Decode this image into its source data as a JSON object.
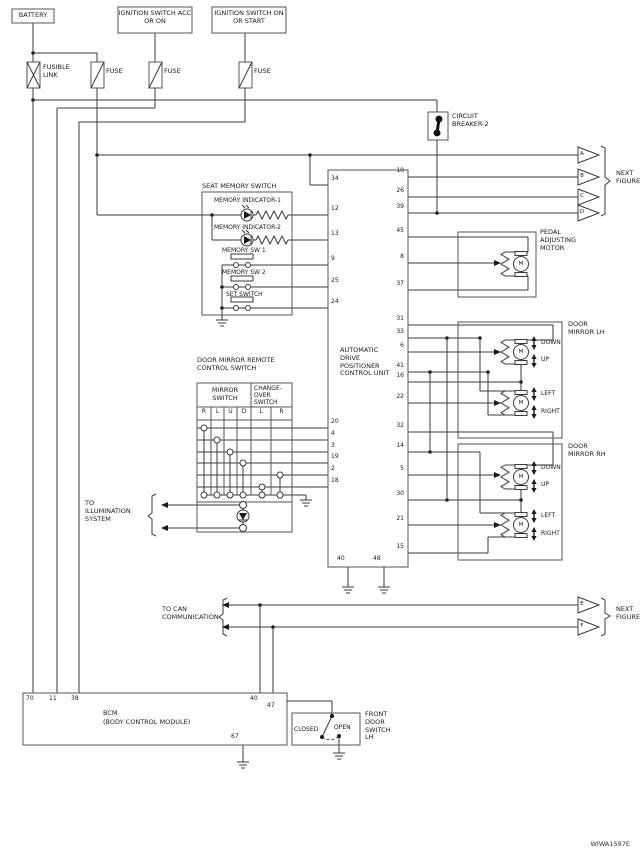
{
  "power": {
    "battery": "BATTERY",
    "ignition_acc": "IGNITION SWITCH ACC OR ON",
    "ignition_on": "IGNITION SWITCH ON OR START",
    "fusible_link": "FUSIBLE LINK",
    "fuse": "FUSE",
    "circuit_breaker": "CIRCUIT BREAKER-2"
  },
  "seat_memory_switch": {
    "title": "SEAT MEMORY SWITCH",
    "indicator1": "MEMORY INDICATOR-1",
    "indicator2": "MEMORY INDICATOR-2",
    "sw1": "MEMORY SW 1",
    "sw2": "MEMORY SW 2",
    "set": "SET SWITCH"
  },
  "mirror_panel": {
    "title": "DOOR MIRROR REMOTE CONTROL SWITCH",
    "mirror_switch": "MIRROR SWITCH",
    "change_over": "CHANGE-OVER SWITCH",
    "cols": [
      "R",
      "L",
      "U",
      "D"
    ],
    "change_cols": [
      "L",
      "R"
    ]
  },
  "illumination": {
    "label": "TO ILLUMINATION SYSTEM"
  },
  "can": {
    "label": "TO CAN COMMUNICATION"
  },
  "control_unit": {
    "label": "AUTOMATIC DRIVE POSITIONER CONTROL UNIT",
    "left_pins": [
      "34",
      "12",
      "13",
      "9",
      "25",
      "24",
      "20",
      "4",
      "3",
      "19",
      "2",
      "18"
    ],
    "right_pins": [
      "10",
      "26",
      "39",
      "45",
      "8",
      "37",
      "31",
      "33",
      "6",
      "41",
      "16",
      "22",
      "32",
      "14",
      "5",
      "30",
      "21",
      "15"
    ],
    "bottom_pins": [
      "40",
      "48"
    ]
  },
  "outputs": {
    "pedal": "PEDAL ADJUSTING MOTOR",
    "mirror_lh": "DOOR MIRROR LH",
    "mirror_rh": "DOOR MIRROR RH",
    "down": "DOWN",
    "up": "UP",
    "left": "LEFT",
    "right": "RIGHT",
    "motor": "M"
  },
  "connectors": {
    "letters": [
      "A",
      "B",
      "C",
      "D",
      "E",
      "F"
    ],
    "next_figure": "NEXT FIGURE"
  },
  "bcm": {
    "line1": "BCM",
    "line2": "(BODY CONTROL MODULE)",
    "pins": [
      "70",
      "11",
      "38",
      "40",
      "47",
      "67"
    ]
  },
  "front_door_switch": {
    "label": "FRONT DOOR SWITCH LH",
    "closed": "CLOSED",
    "open": "OPEN"
  },
  "watermark": "WIWA1597E",
  "colors": {
    "wire": "#3a3a3a",
    "box": "#555555",
    "text": "#1a1a1a"
  }
}
